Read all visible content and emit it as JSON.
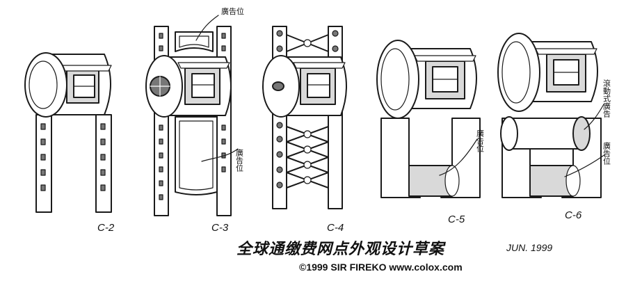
{
  "callouts": {
    "ad_label": "廣告位",
    "scroll_ad_label": "滾動式廣告"
  },
  "models": [
    {
      "id": "C-2",
      "label": "C-2"
    },
    {
      "id": "C-3",
      "label": "C-3"
    },
    {
      "id": "C-4",
      "label": "C-4"
    },
    {
      "id": "C-5",
      "label": "C-5"
    },
    {
      "id": "C-6",
      "label": "C-6"
    }
  ],
  "footer": {
    "title": "全球通缴费网点外观设计草案",
    "date": "JUN. 1999",
    "credit": "©1999 SIR FIREKO www.colox.com"
  }
}
